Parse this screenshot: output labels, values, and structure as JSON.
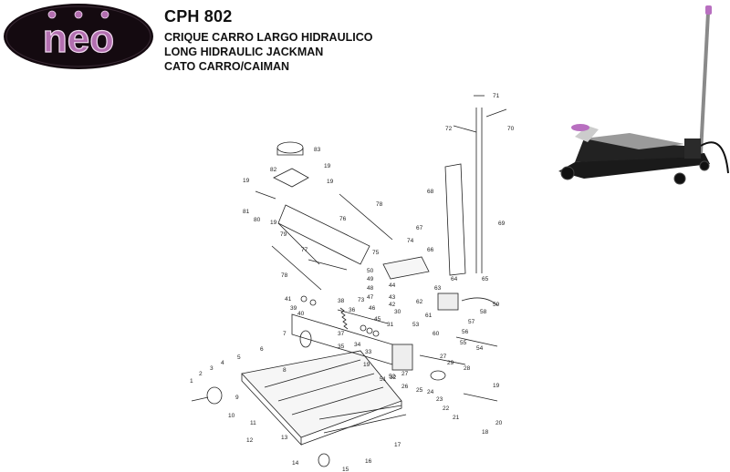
{
  "logo": {
    "text": "neo"
  },
  "header": {
    "model": "CPH 802",
    "lines": [
      "CRIQUE CARRO LARGO HIDRAULICO",
      "LONG HIDRAULIC JACKMAN",
      "CATO CARRO/CAIMAN"
    ]
  },
  "colors": {
    "logo_bg": "#140a10",
    "logo_accent": "#b36fb0",
    "jack_body": "#1a1a1a",
    "handle_tip": "#b86fc0"
  },
  "parts": {
    "labels": [
      "1",
      "2",
      "3",
      "4",
      "5",
      "6",
      "7",
      "8",
      "9",
      "10",
      "11",
      "12",
      "13",
      "14",
      "15",
      "16",
      "17",
      "18",
      "19",
      "19",
      "19",
      "19",
      "19",
      "19",
      "20",
      "21",
      "22",
      "23",
      "24",
      "25",
      "26",
      "27",
      "27",
      "28",
      "29",
      "30",
      "31",
      "32",
      "33",
      "34",
      "35",
      "36",
      "37",
      "38",
      "39",
      "40",
      "41",
      "42",
      "43",
      "44",
      "45",
      "46",
      "47",
      "48",
      "49",
      "50",
      "51",
      "52",
      "53",
      "54",
      "55",
      "56",
      "57",
      "58",
      "59",
      "60",
      "61",
      "62",
      "63",
      "64",
      "65",
      "66",
      "67",
      "68",
      "69",
      "70",
      "71",
      "72",
      "73",
      "74",
      "75",
      "76",
      "77",
      "78",
      "78",
      "79",
      "80",
      "81",
      "82",
      "83"
    ]
  }
}
